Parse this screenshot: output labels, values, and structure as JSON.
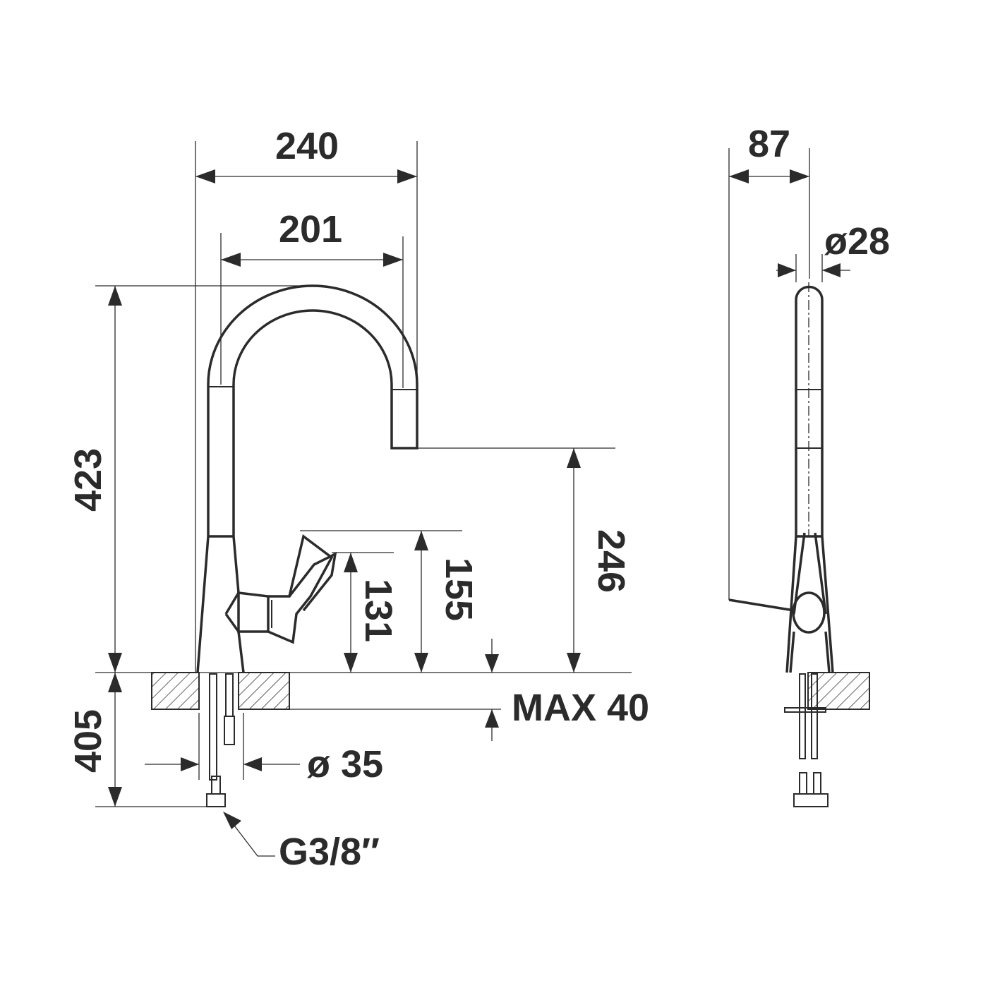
{
  "title": "Faucet dimension drawing",
  "front_view": {
    "width_overall": "240",
    "spout_reach": "201",
    "height_overall": "423",
    "spout_outlet_height": "246",
    "handle_height_max": "155",
    "handle_height": "131",
    "counter_thickness": "MAX 40",
    "hose_length": "405",
    "hole_diameter": "ø 35",
    "connection": "G3/8″"
  },
  "side_view": {
    "depth": "87",
    "spout_diameter": "ø28"
  },
  "colors": {
    "line": "#2b2b2b",
    "background": "#ffffff"
  }
}
